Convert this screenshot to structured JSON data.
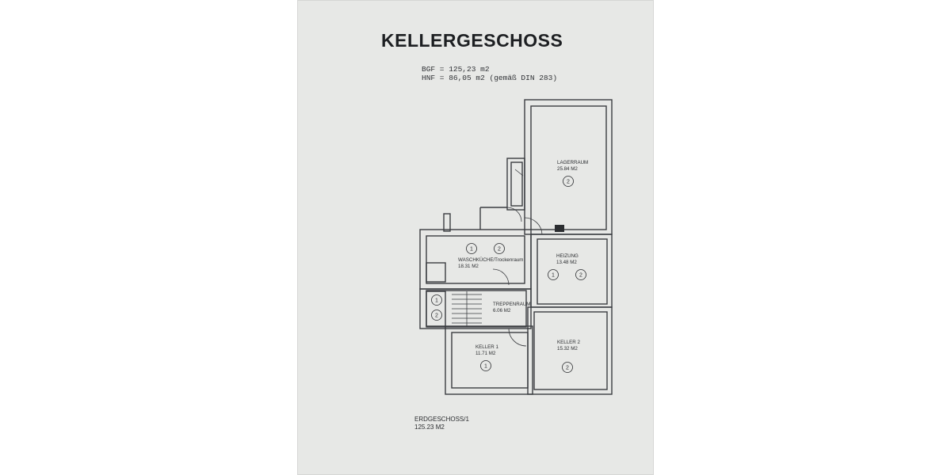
{
  "title": "KELLERGESCHOSS",
  "bgf_line": "BGF = 125,23 m2",
  "hnf_line": "HNF = 86,05 m2 (gemäß DIN 283)",
  "rooms": {
    "lagerraum": {
      "name": "LAGERRAUM",
      "area": "25.84 M2",
      "marks": [
        "2"
      ]
    },
    "waschkueche": {
      "name": "WASCHKÜCHE/Trockenraum",
      "area": "18.31 M2",
      "marks": [
        "1",
        "2"
      ]
    },
    "heizung": {
      "name": "HEIZUNG",
      "area": "13.48 M2",
      "marks": [
        "1",
        "2"
      ]
    },
    "treppenraum": {
      "name": "TREPPENRAUM",
      "area": "6.06 M2",
      "marks": [
        "1",
        "2"
      ]
    },
    "keller1": {
      "name": "KELLER 1",
      "area": "11.71 M2",
      "marks": [
        "1"
      ]
    },
    "keller2": {
      "name": "KELLER 2",
      "area": "15.32 M2",
      "marks": [
        "2"
      ]
    }
  },
  "footer": {
    "line1": "ERDGESCHOSS/1",
    "line2": "125.23 M2"
  },
  "colors": {
    "paper": "#e7e8e6",
    "ink": "#2b2d30",
    "wall": "#3a3c40"
  }
}
